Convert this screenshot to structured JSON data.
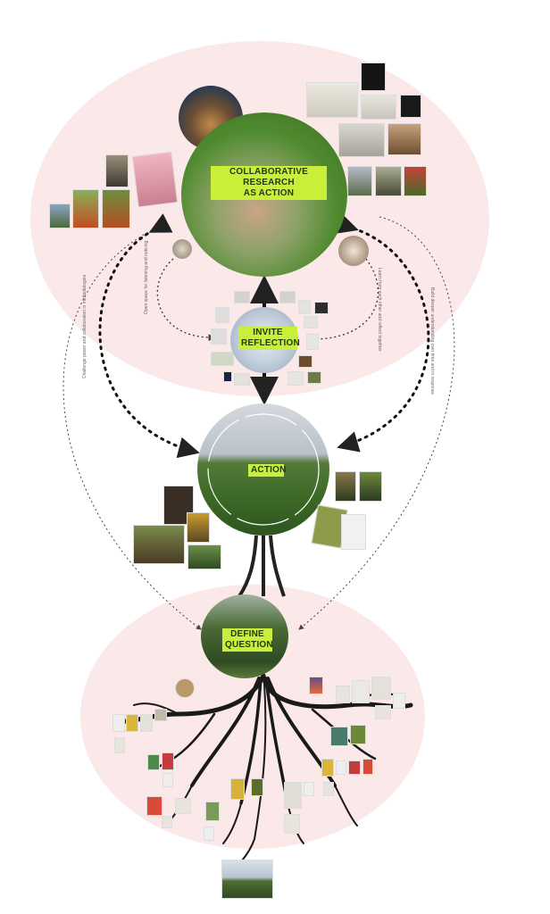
{
  "nodes": {
    "collaborative": "COLLABORATIVE RESEARCH\nAS ACTION",
    "reflection": "INVITE\nREFLECTION",
    "action": "ACTION",
    "define": "DEFINE\nQUESTION"
  },
  "side_labels": {
    "left_outer": "Challenge power and collaboration in methodologies",
    "right_outer": "Build deeper understanding over time and in response",
    "left_inner": "Open space for listening and noticing",
    "right_inner": "Learn from each other and reflect together"
  },
  "colors": {
    "blob": "#fbe9e9",
    "label_bg": "#c9ef3a",
    "arrow": "#222222"
  }
}
